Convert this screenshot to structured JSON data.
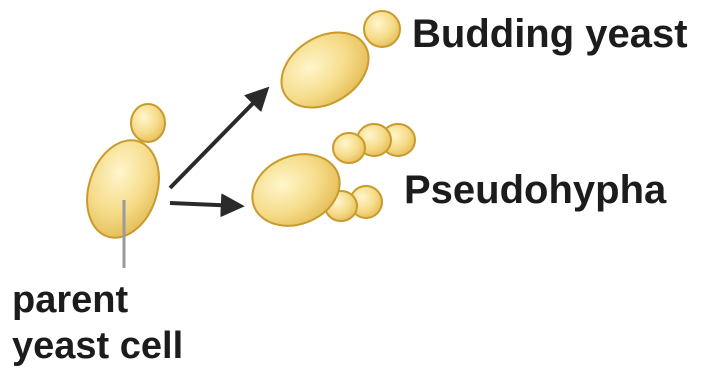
{
  "labels": {
    "budding_yeast": "Budding yeast",
    "pseudohypha": "Pseudohypha",
    "parent_line1": "parent",
    "parent_line2": "yeast cell"
  },
  "colors": {
    "cell_fill_light": "#fbeaaa",
    "cell_fill_dark": "#e9c35a",
    "cell_outline": "#c99a2c",
    "arrow": "#2a2a2a",
    "pointer_line": "#9a9a9a",
    "text": "#1c1c1c",
    "background": "#ffffff"
  },
  "icons": {
    "arrow_to_budding": "arrow-icon",
    "arrow_to_pseudohypha": "arrow-icon"
  }
}
